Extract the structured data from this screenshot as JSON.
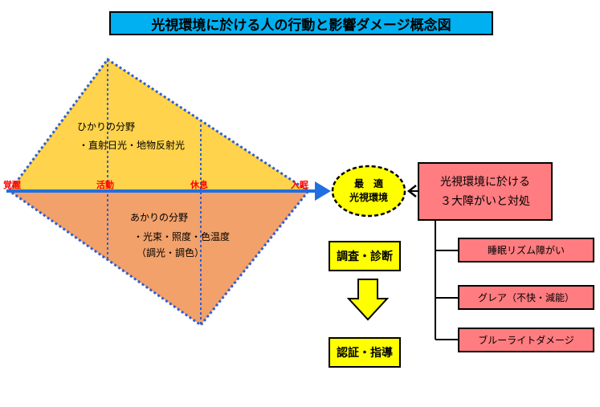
{
  "title": "光視環境に於ける人の行動と影響ダメージ概念図",
  "hikari": {
    "line1": "ひかりの分野",
    "line2": "・直射日光・地物反射光"
  },
  "akari": {
    "line1": "あかりの分野",
    "line2": "・光束・照度・色温度",
    "line3": "（調光・調色）"
  },
  "axis": {
    "awake": "覚醒",
    "activity": "活動",
    "rest": "休息",
    "sleep": "入眠"
  },
  "optimal": {
    "line1": "最　適",
    "line2": "光視環境"
  },
  "main": {
    "line1": "光視環境に於ける",
    "line2": "３大障がいと対処"
  },
  "flow": {
    "survey": "調査・診断",
    "approve": "認証・指導"
  },
  "issues": [
    "睡眠リズム障がい",
    "グレア（不快・減能）",
    "ブルーライトダメージ"
  ],
  "colors": {
    "title_bg": "#00b0f0",
    "upper_fill": "#ffd34c",
    "lower_fill": "#f2a16b",
    "axis_blue": "#1f6fe0",
    "dot_blue": "#2f5fd0",
    "yellow": "#ffff00",
    "pink": "#ff7c80",
    "axis_label_red": "#ff0000"
  }
}
